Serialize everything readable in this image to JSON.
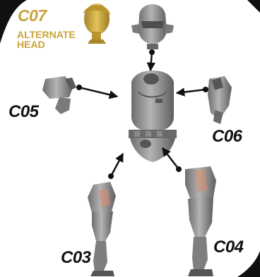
{
  "labels": {
    "c07_code": "C07",
    "c07_line1": "ALTERNATE",
    "c07_line2": "HEAD",
    "c05": "C05",
    "c06": "C06",
    "c03": "C03",
    "c04": "C04"
  },
  "colors": {
    "part_grey": "#8e8e8e",
    "part_dark": "#5a5a5a",
    "part_light": "#bdbdbd",
    "gold": "#c7a43a",
    "arrow": "#111111",
    "corner": "#111111",
    "background": "#ffffff"
  }
}
